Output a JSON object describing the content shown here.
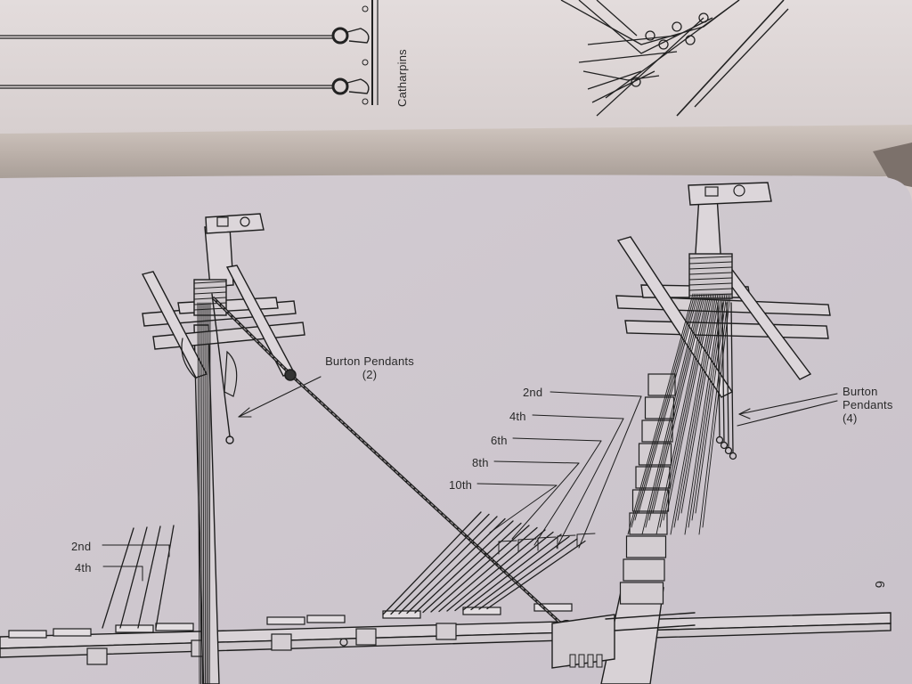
{
  "top_page": {
    "catharpins_label": "Catharpins"
  },
  "bottom_page": {
    "left_mast_label": {
      "line1": "Burton Pendants",
      "line2": "(2)"
    },
    "right_mast_label": {
      "line1": "Burton",
      "line2": "Pendants",
      "line3": "(4)"
    },
    "shroud_labels": [
      "2nd",
      "4th",
      "6th",
      "8th",
      "10th"
    ],
    "left_shroud_labels": [
      "2nd",
      "4th"
    ],
    "page_number": "6"
  },
  "colors": {
    "ink": "#1e1e1e",
    "paper_top": "#ddd6d6",
    "paper_bottom": "#cdc6cc",
    "shadow": "#b7aea8"
  }
}
